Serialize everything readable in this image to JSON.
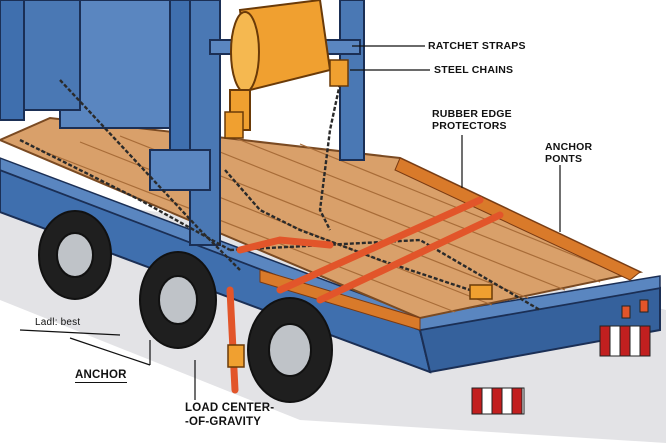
{
  "labels": {
    "ratchet_straps": "RATCHET STRAPS",
    "steel_chains": "STEEL CHAINS",
    "rubber_edge_line1": "RUBBER EDGE",
    "rubber_edge_line2": "PROTECTORS",
    "anchor_points_line1": "ANCHOR",
    "anchor_points_line2": "PONTS",
    "ladl_best": "Ladl: best",
    "anchor": "ANCHOR",
    "load_center_line1": "LOAD CENTER-",
    "load_center_line2": "-OF-GRAVITY"
  },
  "colors": {
    "truck_blue": "#3f6fae",
    "deck_wood": "#d9a06a",
    "strap_orange": "#e2552a",
    "chain_dark": "#2a2a2a",
    "machine_blue": "#5a86c0",
    "drum_orange": "#f0a030"
  }
}
